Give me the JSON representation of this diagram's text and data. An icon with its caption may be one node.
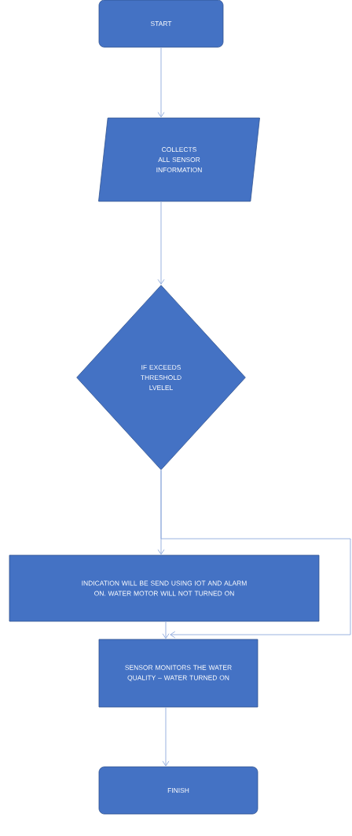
{
  "diagram": {
    "nodes": [
      {
        "text": [
          "START"
        ]
      },
      {
        "text": [
          "COLLECTS ALL SENSOR INFORMATION"
        ]
      },
      {
        "text": [
          "IF EXCEEDS THRESHOLD LVELEL"
        ]
      },
      {
        "text": [
          "INDICATION WILL BE SEND USING IOT AND ALARM ON. WATER MOTOR WILL NOT TURNED ON"
        ]
      },
      {
        "text": [
          "SENSOR MONITORS THE WATER QUALITY – WATER TURNED ON"
        ]
      },
      {
        "text": [
          "FINISH"
        ]
      }
    ],
    "edges": [
      {
        "from": 0,
        "to": 1,
        "arrow": "to"
      },
      {
        "from": 1,
        "to": 2,
        "arrow": "to"
      },
      {
        "from": 2,
        "to": 3,
        "arrow": "to"
      },
      {
        "from": 3,
        "to": 4,
        "arrow": "to"
      },
      {
        "from": 4,
        "to": 5,
        "arrow": "to"
      },
      {
        "from": 2,
        "to": 4,
        "arrow": "to"
      }
    ]
  }
}
